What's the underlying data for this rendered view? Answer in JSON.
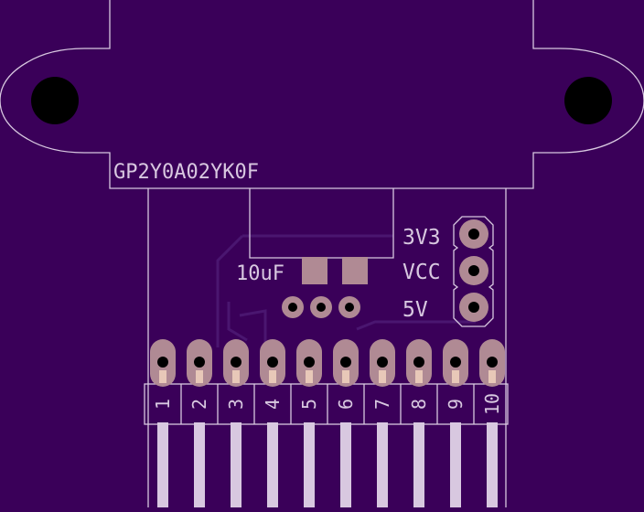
{
  "part_label": "GP2Y0A02YK0F",
  "cap_label": "10uF",
  "power_labels": [
    "3V3",
    "VCC",
    "5V"
  ],
  "pin_numbers": [
    "1",
    "2",
    "3",
    "4",
    "5",
    "6",
    "7",
    "8",
    "9",
    "10"
  ],
  "colors": {
    "board": "#3a0059",
    "silkscreen": "#d8c8e0",
    "copper": "#b08a94",
    "drill": "#000000",
    "trace": "#4a1670"
  }
}
